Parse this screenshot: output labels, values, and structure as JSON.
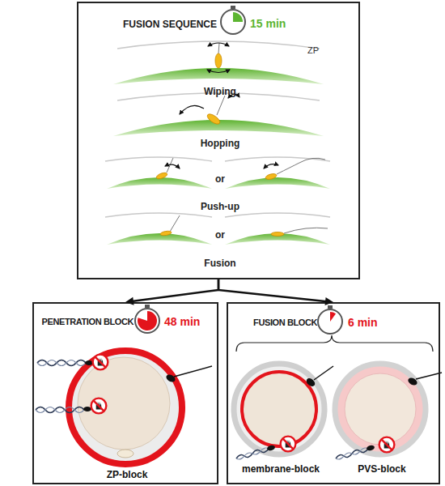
{
  "diagram": {
    "nodes": [
      {
        "text": [
          "FUSION SEQUENCE",
          "15 min",
          "ZP",
          "Wiping",
          "Hopping",
          "or",
          "Push-up",
          "or",
          "Fusion"
        ]
      },
      {
        "text": [
          "PENETRATION BLOCK",
          "48 min",
          "ZP-block"
        ]
      },
      {
        "text": [
          "FUSION BLOCK",
          "6 min",
          "membrane-block",
          "PVS-block"
        ]
      }
    ],
    "edges": [
      {
        "from": 0,
        "to": 1,
        "arrow": "to"
      },
      {
        "from": 0,
        "to": 2,
        "arrow": "to"
      }
    ]
  }
}
